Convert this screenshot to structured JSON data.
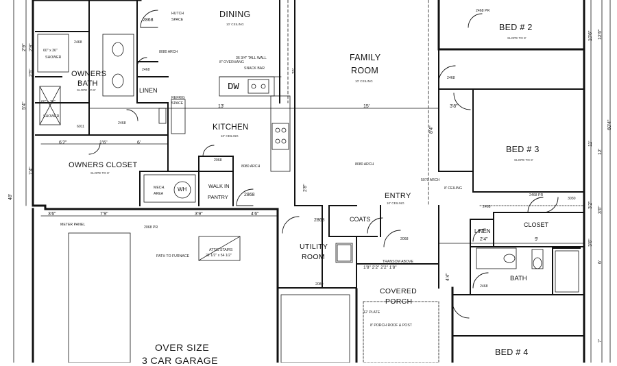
{
  "rooms": {
    "dining": "DINING",
    "dining_ceiling": "10' CEILING",
    "family": "FAMILY",
    "family2": "ROOM",
    "family_ceiling": "10' CEILING",
    "bed2": "BED # 2",
    "bed2_sub": "SLOPE TO 8'",
    "bed3": "BED # 3",
    "bed3_sub": "SLOPE TO 8'",
    "bed4": "BED # 4",
    "owners_bath": "OWNERS",
    "owners_bath2": "BATH",
    "owners_bath_sub": "SLOPE TO 8'",
    "owners_closet": "OWNERS CLOSET",
    "owners_closet_sub": "SLOPE TO 8'",
    "kitchen": "KITCHEN",
    "kitchen_ceiling": "10' CEILING",
    "linen1": "LINEN",
    "linen2": "LINEN",
    "walkin": "WALK IN",
    "pantry": "PANTRY",
    "mech": "MECH.",
    "mech2": "AREA",
    "wh": "WH",
    "entry": "ENTRY",
    "entry_ceiling": "10' CEILING",
    "coats": "COATS",
    "utility": "UTILITY",
    "utility2": "ROOM",
    "covered": "COVERED",
    "porch": "PORCH",
    "closet": "CLOSET",
    "bath": "BATH",
    "garage1": "OVER SIZE",
    "garage2": "3 CAR GARAGE"
  },
  "notes": {
    "hutch": "HUTCH",
    "hutch2": "SPACE",
    "refrig": "REFRIG",
    "refrig2": "SPACE",
    "dw": "DW",
    "overhang": "8\" OVERHANG",
    "snack": "SNACK BAR",
    "tall_wall": "36 3/4\" TALL WALL",
    "shower1": "60\" x 36\"",
    "shower1b": "SHOWER",
    "shower2": "60\" x 30\"",
    "shower2b": "SHOWER",
    "meter": "METER PANEL",
    "attic": "ATTIC STAIRS",
    "attic2": "22 1/2\" x 54 1/2\"",
    "furnace": "PATH TO FURNACE",
    "transom": "TRANSOM ABOVE",
    "plate": "12' PLATE",
    "porch_roof": "8' PORCH ROOF & POST",
    "arch1": "8080 ARCH",
    "arch2": "8080 ARCH",
    "arch3": "8080 ARCH",
    "arch4": "5070 ARCH",
    "ceiling8": "8' CEILING",
    "d2868a": "2868",
    "d2868b": "2868",
    "d2868c": "2868",
    "d2468": "2468",
    "d2468b": "2468",
    "d2468c": "2468",
    "d2468d": "2468",
    "d2468e": "2468",
    "d2468f": "2468",
    "d2468pr1": "2468 PR",
    "d2468pr2": "2468 PR",
    "d2068a": "2068",
    "d2068b": "2068",
    "d2068pr": "2068 PR",
    "d2080": "2080",
    "d3030": "3030",
    "d6011": "6011"
  },
  "dims": {
    "d13": "13'",
    "d15": "15'",
    "d38": "3'8\"",
    "d62": "6'2\"",
    "d16": "1'6\"",
    "d6": "6'",
    "d36a": "3'6\"",
    "d79": "7'9\"",
    "d39": "3'9\"",
    "d46": "4'6\"",
    "d9": "9'",
    "d24": "2'4\"",
    "d198": "1'8\" 2'2\" 2'2\" 1'8\"",
    "v29": "2'9\"",
    "v29b": "2'9\"",
    "v54": "5'4\"",
    "v25": "2'5\"",
    "v74": "7'4\"",
    "v48": "48'",
    "v21": "21'",
    "v84": "8'4\"",
    "v28": "2'8\"",
    "v126": "12'6\"",
    "v106": "10'6\"",
    "v604": "60'4\"",
    "v11": "11'",
    "v12": "12'",
    "v32": "3'2\"",
    "v36": "3'6\"",
    "v36b": "3'6\"",
    "v44": "4'4\"",
    "v6": "6'",
    "v7": "7'"
  }
}
